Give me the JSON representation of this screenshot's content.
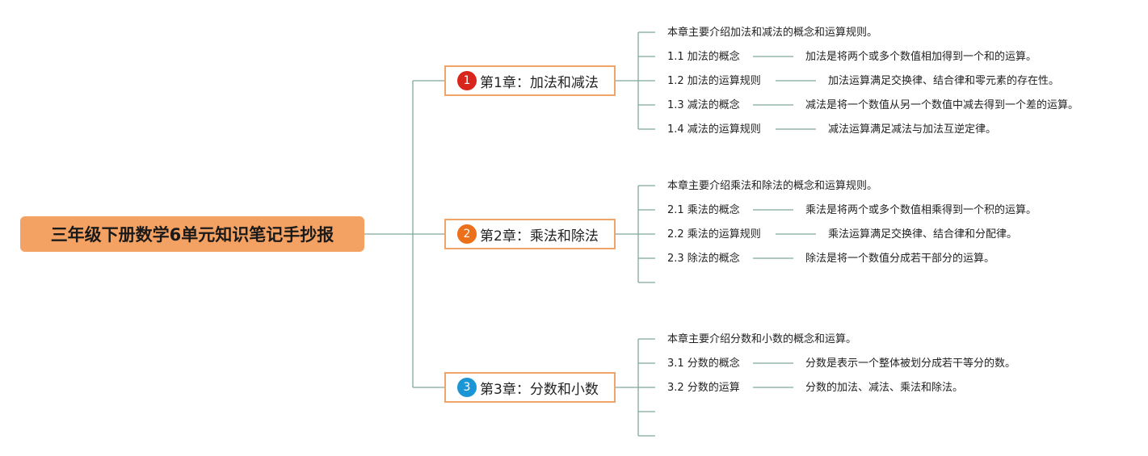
{
  "root": {
    "title": "三年级下册数学6单元知识笔记手抄报"
  },
  "colors": {
    "connector": "#7fa99a",
    "root_fill": "#f4a263",
    "chapter_border": "#f0a467"
  },
  "chapters": [
    {
      "number": "1",
      "title": "第1章：加法和减法",
      "badge_color": "#d9261c",
      "intro": "本章主要介绍加法和减法的概念和运算规则。",
      "topics": [
        {
          "label": "1.1 加法的概念",
          "desc": "加法是将两个或多个数值相加得到一个和的运算。"
        },
        {
          "label": "1.2 加法的运算规则",
          "desc": "加法运算满足交换律、结合律和零元素的存在性。"
        },
        {
          "label": "1.3 减法的概念",
          "desc": "减法是将一个数值从另一个数值中减去得到一个差的运算。"
        },
        {
          "label": "1.4 减法的运算规则",
          "desc": "减法运算满足减法与加法互逆定律。"
        }
      ]
    },
    {
      "number": "2",
      "title": "第2章：乘法和除法",
      "badge_color": "#ec6f1a",
      "intro": "本章主要介绍乘法和除法的概念和运算规则。",
      "topics": [
        {
          "label": "2.1 乘法的概念",
          "desc": "乘法是将两个或多个数值相乘得到一个积的运算。"
        },
        {
          "label": "2.2 乘法的运算规则",
          "desc": "乘法运算满足交换律、结合律和分配律。"
        },
        {
          "label": "2.3 除法的概念",
          "desc": "除法是将一个数值分成若干部分的运算。"
        }
      ]
    },
    {
      "number": "3",
      "title": "第3章：分数和小数",
      "badge_color": "#1a96d6",
      "intro": "本章主要介绍分数和小数的概念和运算。",
      "topics": [
        {
          "label": "3.1 分数的概念",
          "desc": "分数是表示一个整体被划分成若干等分的数。"
        },
        {
          "label": "3.2 分数的运算",
          "desc": "分数的加法、减法、乘法和除法。"
        }
      ]
    }
  ]
}
